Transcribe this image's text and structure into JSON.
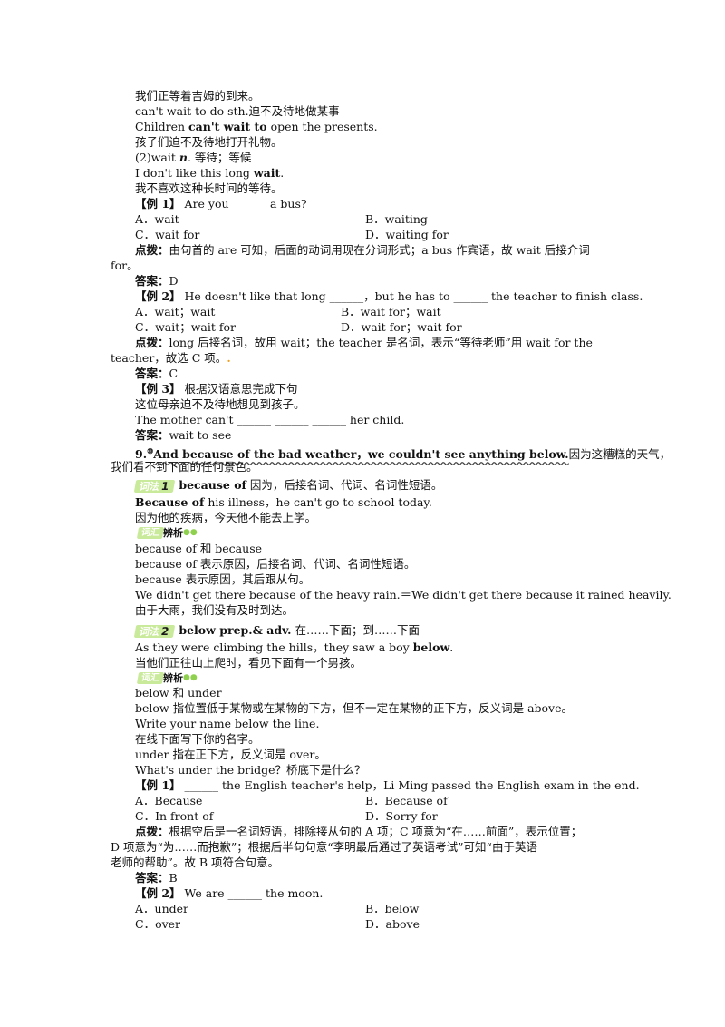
{
  "lines": {
    "l1": "我们正等着吉姆的到来。",
    "l2": "can't wait to do sth.迫不及待地做某事",
    "l3a": "Children ",
    "l3b": "can't wait to",
    "l3c": " open the presents.",
    "l4": "孩子们迫不及待地打开礼物。",
    "l5a": "(2)wait ",
    "l5b": "n",
    "l5c": ".  等待；等候",
    "l6a": "I don't like this long ",
    "l6b": "wait",
    "l6c": ".",
    "l7": "我不喜欢这种长时间的等待。",
    "ex1_label": "【例 1】",
    "ex1_q": "  Are you ______ a bus?",
    "ex1_a": "A．wait",
    "ex1_b": "B．waiting",
    "ex1_c": "C．wait for",
    "ex1_d": "D．waiting for",
    "hint_label": "点拨：",
    "ex1_hint1": "由句首的 are 可知，后面的动词用现在分词形式；a bus 作宾语，故 wait 后接介词",
    "ex1_hint2": "for。",
    "answer_label": "答案：",
    "ex1_ans": "D",
    "ex2_label": "【例 2】",
    "ex2_q": "  He doesn't like that long ______，but he has to ______ the teacher to finish class.",
    "ex2_a": "A．wait；wait",
    "ex2_b": "B．wait for；wait",
    "ex2_c": "C．wait；wait for",
    "ex2_d": "D．wait for；wait for",
    "ex2_hint1": "long 后接名词，故用 wait；the teacher 是名词，表示“等待老师”用 wait for the",
    "ex2_hint2": "teacher，故选 C 项。",
    "ex2_ans": "C",
    "ex3_label": "【例 3】",
    "ex3_q": "  根据汉语意思完成下句",
    "ex3_cn": "这位母亲迫不及待地想见到孩子。",
    "ex3_en": "The mother can't ______ ______ ______ her child.",
    "ex3_ans": "wait to see",
    "s9_num": "9.",
    "s9_circ": "⑩",
    "s9_en": "And because of the bad weather，we couldn't see anything below.",
    "s9_cn1": "因为这糟糕的天气，",
    "s9_cn2": "我们看不到下面的任何景色。",
    "badge_text": "词法",
    "badge1_num": "1",
    "b1_head": "because of",
    "b1_desc": " 因为，后接名词、代词、名词性短语。",
    "b1_ex_b": "Because of",
    "b1_ex": " his illness，he can't go to school today.",
    "b1_ex_cn": "因为他的疾病，今天他不能去上学。",
    "tag_text": "词汇",
    "tag_suffix": "辨析",
    "dots": "●●",
    "c1_t": "because of 和 because",
    "c1_1": "because of 表示原因，后接名词、代词、名词性短语。",
    "c1_2": "because 表示原因，其后跟从句。",
    "c1_3": "We didn't get there because of the heavy rain.＝We didn't get there because it rained heavily.",
    "c1_4": "由于大雨，我们没有及时到达。",
    "badge2_num": "2",
    "b2_head": "below prep.& adv.",
    "b2_desc": " 在……下面；到……下面",
    "b2_ex_a": "As they were climbing the hills，they saw a boy ",
    "b2_ex_b": "below",
    "b2_ex_c": ".",
    "b2_ex_cn": "当他们正往山上爬时，看见下面有一个男孩。",
    "c2_t": "below 和  under",
    "c2_1": "below 指位置低于某物或在某物的下方，但不一定在某物的正下方，反义词是 above。",
    "c2_2": "Write your name below the line.",
    "c2_3": "在线下面写下你的名字。",
    "c2_4": "under 指在正下方，反义词是 over。",
    "c2_5": "What's under the bridge？桥底下是什么？",
    "ex4_label": "【例 1】",
    "ex4_q": "  ______ the English teacher's help，Li Ming passed the English exam in the end.",
    "ex4_a": "A．Because",
    "ex4_b": "B．Because of",
    "ex4_c": "C．In front of",
    "ex4_d": "D．Sorry for",
    "ex4_hint1": "根据空后是一名词短语，排除接从句的 A 项；C 项意为“在……前面”，表示位置；",
    "ex4_hint2": "D 项意为“为……而抱歉”；根据后半句句意“李明最后通过了英语考试”可知“由于英语",
    "ex4_hint3": "老师的帮助”。故 B 项符合句意。",
    "ex4_ans": "B",
    "ex5_label": "【例 2】",
    "ex5_q": "  We are ______ the moon.",
    "ex5_a": "A．under",
    "ex5_b": "B．below",
    "ex5_c": "C．over",
    "ex5_d": "D．above"
  },
  "colors": {
    "badge_bg": "#c9ea9a",
    "dots": "#8fd14f",
    "mark": "#f0a020"
  }
}
